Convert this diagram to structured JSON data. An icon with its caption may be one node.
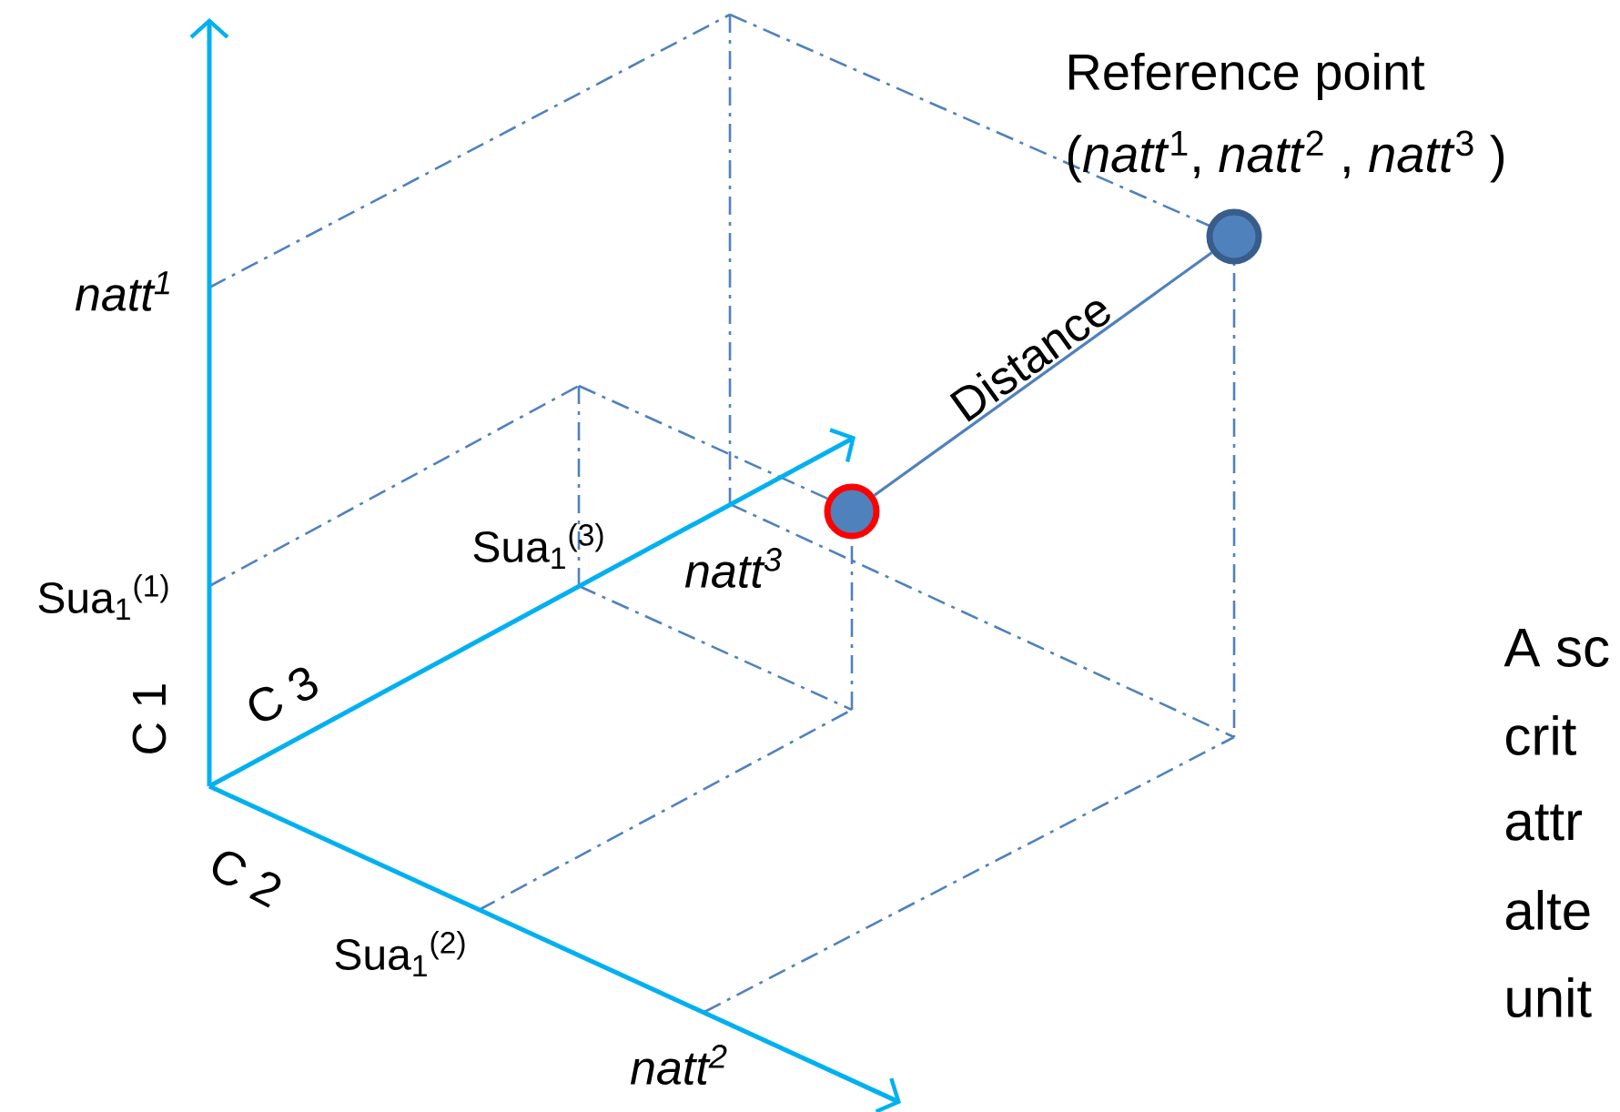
{
  "diagram": {
    "nodes": [
      {
        "text": [],
        "shape": "circle",
        "beside": [
          "Reference point",
          "(*natt*$^{1}$, *natt*$^{2}$ , *natt*$^{3}$ )"
        ]
      },
      {
        "text": [],
        "shape": "circle"
      }
    ],
    "edges": [
      {
        "from": 1,
        "to": 0,
        "arrow": "none",
        "label": "Distance"
      }
    ],
    "labels": [
      "natt$^{1}$",
      "Sua$_{1}$$^{(3)}$",
      "natt$^{3}$",
      "Sua$_{1}$$^{(1)}$",
      "C 1",
      "C 3",
      "C 2",
      "Sua$_{1}$$^{(2)}$",
      "natt$^{2}$",
      "A sc",
      "crit",
      "attr",
      "alte",
      "unit"
    ]
  }
}
